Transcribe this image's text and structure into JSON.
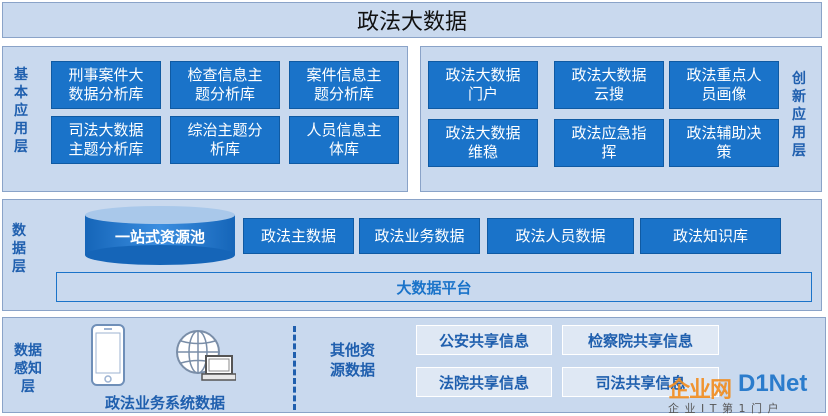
{
  "title": "政法大数据",
  "basic_layer": {
    "label_chars": [
      "基",
      "本",
      "应",
      "用",
      "层"
    ],
    "boxes": [
      {
        "line1": "刑事案件大",
        "line2": "数据分析库"
      },
      {
        "line1": "检查信息主",
        "line2": "题分析库"
      },
      {
        "line1": "案件信息主",
        "line2": "题分析库"
      },
      {
        "line1": "司法大数据",
        "line2": "主题分析库"
      },
      {
        "line1": "综治主题分",
        "line2": "析库"
      },
      {
        "line1": "人员信息主",
        "line2": "体库"
      }
    ]
  },
  "innovation_layer": {
    "label_chars": [
      "创",
      "新",
      "应",
      "用",
      "层"
    ],
    "boxes": [
      {
        "line1": "政法大数据",
        "line2": "门户"
      },
      {
        "line1": "政法大数据",
        "line2": "云搜"
      },
      {
        "line1": "政法重点人",
        "line2": "员画像"
      },
      {
        "line1": "政法大数据",
        "line2": "维稳"
      },
      {
        "line1": "政法应急指",
        "line2": "挥"
      },
      {
        "line1": "政法辅助决",
        "line2": "策"
      }
    ]
  },
  "data_layer": {
    "label_chars": [
      "数",
      "据",
      "层"
    ],
    "resource_pool": "一站式资源池",
    "boxes": [
      "政法主数据",
      "政法业务数据",
      "政法人员数据",
      "政法知识库"
    ],
    "platform": "大数据平台"
  },
  "perception_layer": {
    "label_lines": [
      "数据",
      "感知",
      "层"
    ],
    "business_data": "政法业务系统数据",
    "other_resources_lines": [
      "其他资",
      "源数据"
    ],
    "shares": [
      "公安共享信息",
      "检察院共享信息",
      "法院共享信息",
      "司法共享信息"
    ]
  },
  "watermark": {
    "brand_cn": "企业网",
    "brand_en": "D1Net",
    "tagline": "企 业 I T 第 1 门 户"
  },
  "colors": {
    "panel_bg": "#c9d9ee",
    "box_blue": "#1a73c9",
    "label_blue": "#1f5fae",
    "watermark_orange": "#f28c1c"
  }
}
